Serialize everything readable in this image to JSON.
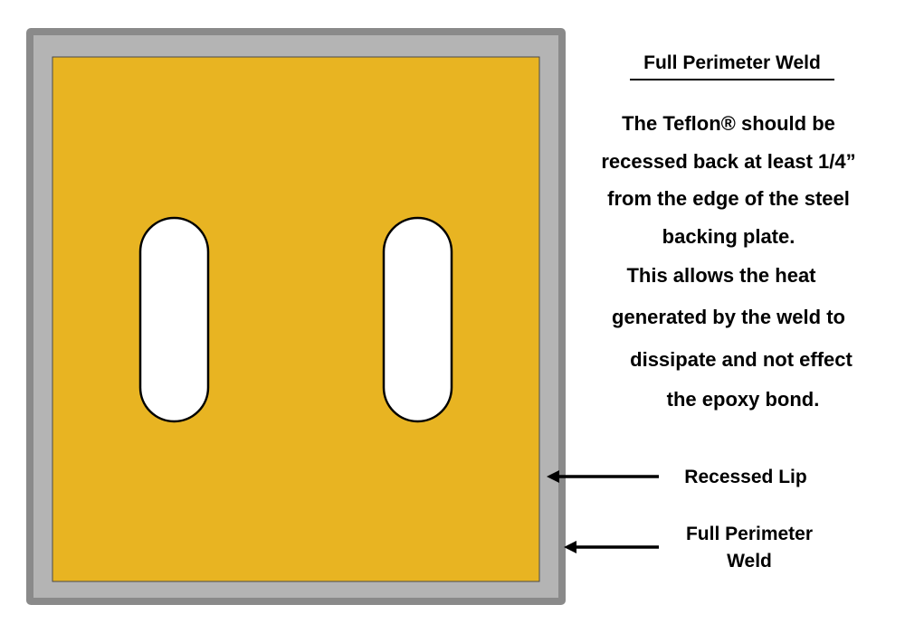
{
  "title": "Full Perimeter Weld",
  "note_lines": [
    "The Teflon® should be",
    "recessed back at least 1/4”",
    "from the edge of the steel",
    "backing plate.",
    "This allows the heat",
    "generated by the weld to",
    "dissipate and not effect",
    "the epoxy bond."
  ],
  "callouts": {
    "recessed_lip": "Recessed Lip",
    "weld_line1": "Full Perimeter",
    "weld_line2": "Weld"
  },
  "colors": {
    "weld_border": "#8a8a8a",
    "steel_lip": "#b4b4b4",
    "teflon_pad": "#e8b422",
    "slot": "#ffffff",
    "outline": "#000000"
  }
}
